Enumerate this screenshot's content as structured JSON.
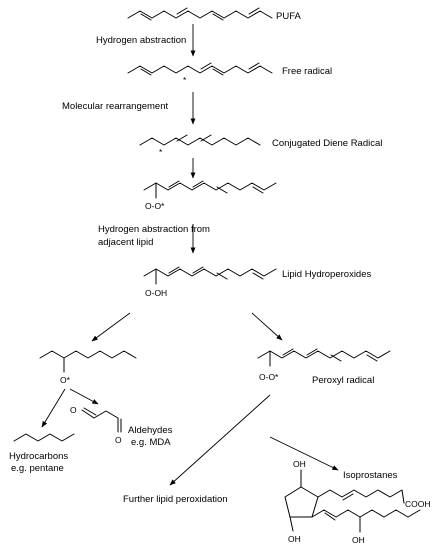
{
  "nodes": {
    "pufa": "PUFA",
    "free_radical": "Free radical",
    "conjugated_diene": "Conjugated Diene Radical",
    "lipid_hydroperoxides": "Lipid Hydroperoxides",
    "peroxyl_radical": "Peroxyl radical",
    "aldehydes": "Aldehydes",
    "aldehydes_example": "e.g. MDA",
    "hydrocarbons": "Hydrocarbons",
    "hydrocarbons_example": "e.g. pentane",
    "isoprostanes": "Isoprostanes",
    "further": "Further lipid peroxidation"
  },
  "steps": {
    "hydrogen_abstraction": "Hydrogen abstraction",
    "molecular_rearrangement": "Molecular rearrangement",
    "h_abstraction_adjacent_1": "Hydrogen abstraction from",
    "h_abstraction_adjacent_2": "adjacent lipid"
  },
  "atoms": {
    "radical_mark": "*",
    "peroxyl_group": "O-O*",
    "hydroperoxide_group": "O-OH",
    "alkoxyl_group": "O*",
    "aldehyde_o1": "O",
    "aldehyde_o2": "O",
    "oh_top": "OH",
    "oh_bottom_left": "OH",
    "oh_bottom_right": "OH",
    "cooh": "COOH"
  }
}
